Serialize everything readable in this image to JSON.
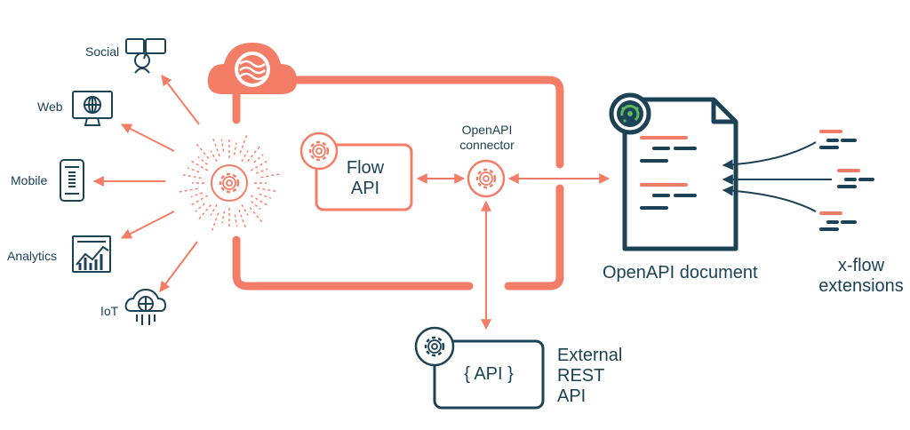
{
  "colors": {
    "accent": "#f47d67",
    "navy": "#1c4256",
    "green": "#5cb85c"
  },
  "channels": [
    {
      "label": "Social",
      "icon": "social-chat-icon"
    },
    {
      "label": "Web",
      "icon": "web-monitor-icon"
    },
    {
      "label": "Mobile",
      "icon": "mobile-phone-icon"
    },
    {
      "label": "Analytics",
      "icon": "analytics-chart-icon"
    },
    {
      "label": "IoT",
      "icon": "iot-cloud-icon"
    }
  ],
  "flow_api": {
    "line1": "Flow",
    "line2": "API"
  },
  "connector": {
    "line1": "OpenAPI",
    "line2": "connector"
  },
  "document": {
    "label": "OpenAPI document"
  },
  "extensions": {
    "line1": "x-flow",
    "line2": "extensions"
  },
  "external_api": {
    "box_label": "{ API }",
    "line1": "External",
    "line2": "REST",
    "line3": "API"
  }
}
